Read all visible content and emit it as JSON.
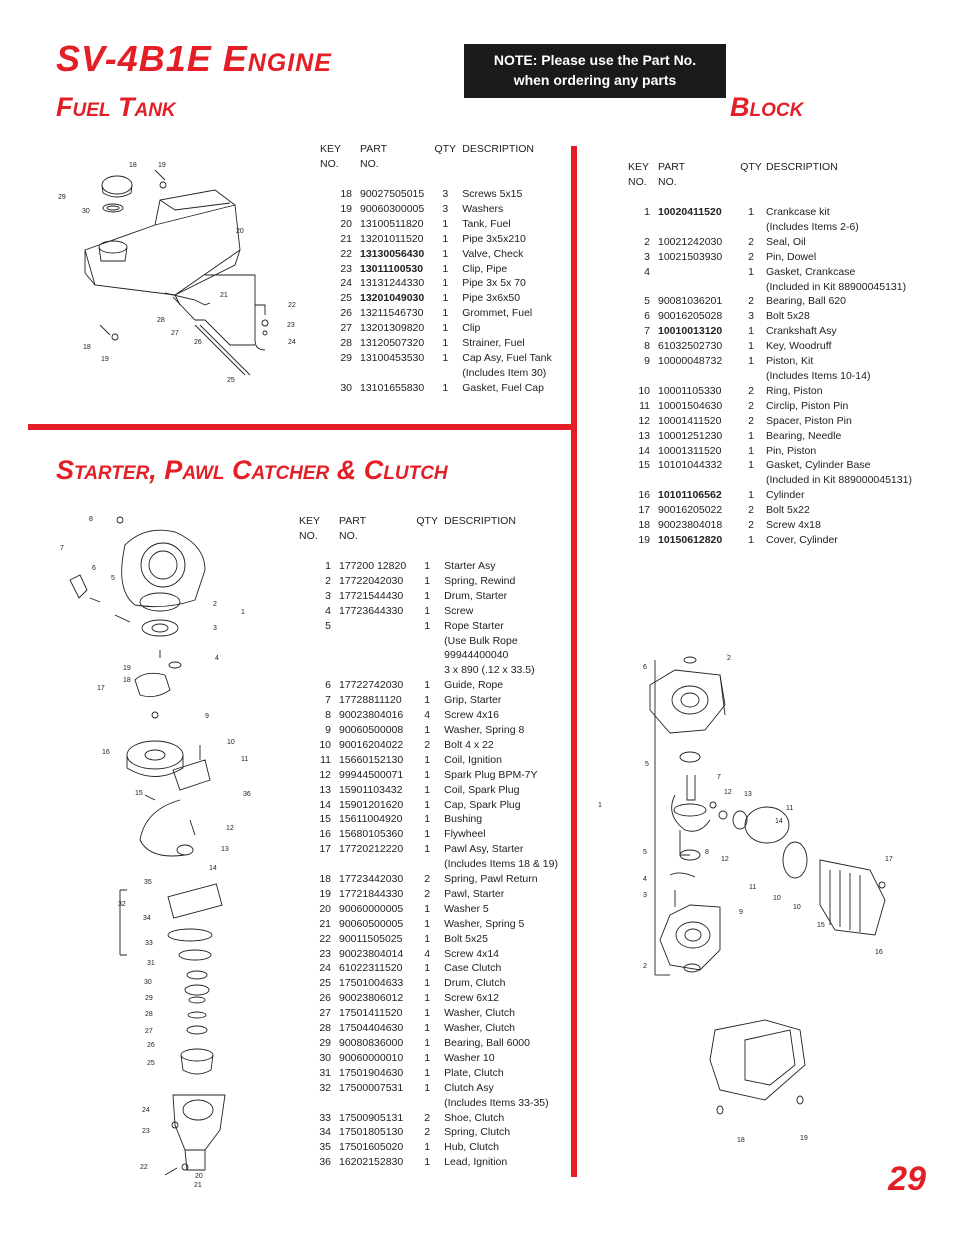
{
  "page": {
    "title": "SV-4B1E Engine",
    "note_line1": "NOTE: Please use the Part No.",
    "note_line2": "when ordering any parts",
    "page_number": "29"
  },
  "headers": {
    "key1": "KEY",
    "key2": "NO.",
    "part1": "PART",
    "part2": "NO.",
    "qty": "QTY",
    "desc": "DESCRIPTION"
  },
  "fuel_tank": {
    "title": "Fuel Tank",
    "rows": [
      {
        "key": "18",
        "part": "90027505015",
        "qty": "3",
        "desc": "Screws  5x15"
      },
      {
        "key": "19",
        "part": "90060300005",
        "qty": "3",
        "desc": "Washers"
      },
      {
        "key": "20",
        "part": "13100511820",
        "qty": "1",
        "desc": "Tank, Fuel"
      },
      {
        "key": "21",
        "part": "13201011520",
        "qty": "1",
        "desc": "Pipe 3x5x210"
      },
      {
        "key": "22",
        "part": "13130056430",
        "qty": "1",
        "desc": "Valve, Check",
        "bold": true
      },
      {
        "key": "23",
        "part": "13011100530",
        "qty": "1",
        "desc": "Clip, Pipe",
        "bold": true
      },
      {
        "key": "24",
        "part": "13131244330",
        "qty": "1",
        "desc": "Pipe 3x 5x 70"
      },
      {
        "key": "25",
        "part": "13201049030",
        "qty": "1",
        "desc": "Pipe 3x6x50",
        "bold": true
      },
      {
        "key": "26",
        "part": "13211546730",
        "qty": "1",
        "desc": "Grommet, Fuel"
      },
      {
        "key": "27",
        "part": "13201309820",
        "qty": "1",
        "desc": "Clip"
      },
      {
        "key": "28",
        "part": "13120507320",
        "qty": "1",
        "desc": "Strainer, Fuel"
      },
      {
        "key": "29",
        "part": "13100453530",
        "qty": "1",
        "desc": "Cap Asy, Fuel Tank"
      },
      {
        "key": "",
        "part": "",
        "qty": "",
        "desc": "(Includes Item 30)"
      },
      {
        "key": "30",
        "part": "13101655830",
        "qty": "1",
        "desc": "Gasket, Fuel Cap"
      }
    ]
  },
  "block": {
    "title": "Block",
    "rows": [
      {
        "key": "1",
        "part": "10020411520",
        "qty": "1",
        "desc": "Crankcase kit",
        "bold": true
      },
      {
        "key": "",
        "part": "",
        "qty": "",
        "desc": "(Includes Items 2-6)"
      },
      {
        "key": "2",
        "part": "10021242030",
        "qty": "2",
        "desc": "Seal, Oil"
      },
      {
        "key": "3",
        "part": "10021503930",
        "qty": "2",
        "desc": "Pin, Dowel"
      },
      {
        "key": "4",
        "part": "",
        "qty": "1",
        "desc": "Gasket, Crankcase"
      },
      {
        "key": "",
        "part": "",
        "qty": "",
        "desc": "(Included in Kit 88900045131)"
      },
      {
        "key": "5",
        "part": "90081036201",
        "qty": "2",
        "desc": "Bearing, Ball 620"
      },
      {
        "key": "6",
        "part": "90016205028",
        "qty": "3",
        "desc": "Bolt 5x28"
      },
      {
        "key": "7",
        "part": "10010013120",
        "qty": "1",
        "desc": "Crankshaft Asy",
        "bold": true
      },
      {
        "key": "8",
        "part": "61032502730",
        "qty": "1",
        "desc": "Key, Woodruff"
      },
      {
        "key": "9",
        "part": "10000048732",
        "qty": "1",
        "desc": "Piston, Kit"
      },
      {
        "key": "",
        "part": "",
        "qty": "",
        "desc": "(Includes Items 10-14)"
      },
      {
        "key": "10",
        "part": "10001105330",
        "qty": "2",
        "desc": "Ring, Piston"
      },
      {
        "key": "11",
        "part": "10001504630",
        "qty": "2",
        "desc": "Circlip, Piston Pin"
      },
      {
        "key": "12",
        "part": "10001411520",
        "qty": "2",
        "desc": "Spacer, Piston Pin"
      },
      {
        "key": "13",
        "part": "10001251230",
        "qty": "1",
        "desc": "Bearing, Needle"
      },
      {
        "key": "14",
        "part": "10001311520",
        "qty": "1",
        "desc": "Pin, Piston"
      },
      {
        "key": "15",
        "part": "10101044332",
        "qty": "1",
        "desc": "Gasket, Cylinder Base"
      },
      {
        "key": "",
        "part": "",
        "qty": "",
        "desc": "(Included in Kit 889000045131)"
      },
      {
        "key": "16",
        "part": "10101106562",
        "qty": "1",
        "desc": "Cylinder",
        "bold": true
      },
      {
        "key": "17",
        "part": "90016205022",
        "qty": "2",
        "desc": "Bolt 5x22"
      },
      {
        "key": "18",
        "part": "90023804018",
        "qty": "2",
        "desc": "Screw 4x18"
      },
      {
        "key": "19",
        "part": "10150612820",
        "qty": "1",
        "desc": "Cover, Cylinder",
        "bold": true
      }
    ]
  },
  "starter": {
    "title": "Starter, Pawl Catcher & Clutch",
    "rows": [
      {
        "key": "1",
        "part": "177200 12820",
        "qty": "1",
        "desc": "Starter Asy"
      },
      {
        "key": "2",
        "part": "17722042030",
        "qty": "1",
        "desc": "Spring, Rewind"
      },
      {
        "key": "3",
        "part": "17721544430",
        "qty": "1",
        "desc": "Drum, Starter"
      },
      {
        "key": "4",
        "part": "17723644330",
        "qty": "1",
        "desc": "Screw"
      },
      {
        "key": "5",
        "part": "",
        "qty": "1",
        "desc": "Rope Starter"
      },
      {
        "key": "",
        "part": "",
        "qty": "",
        "desc": "(Use Bulk Rope"
      },
      {
        "key": "",
        "part": "",
        "qty": "",
        "desc": "99944400040"
      },
      {
        "key": "",
        "part": "",
        "qty": "",
        "desc": "3 x 890 (.12 x 33.5)"
      },
      {
        "key": "6",
        "part": "17722742030",
        "qty": "1",
        "desc": "Guide, Rope"
      },
      {
        "key": "7",
        "part": "17728811120",
        "qty": "1",
        "desc": "Grip, Starter"
      },
      {
        "key": "8",
        "part": "90023804016",
        "qty": "4",
        "desc": "Screw 4x16"
      },
      {
        "key": "9",
        "part": "90060500008",
        "qty": "1",
        "desc": "Washer, Spring 8"
      },
      {
        "key": "10",
        "part": "90016204022",
        "qty": "2",
        "desc": "Bolt 4 x 22"
      },
      {
        "key": "11",
        "part": "15660152130",
        "qty": "1",
        "desc": "Coil, Ignition"
      },
      {
        "key": "12",
        "part": "99944500071",
        "qty": "1",
        "desc": "Spark Plug BPM-7Y"
      },
      {
        "key": "13",
        "part": "15901103432",
        "qty": "1",
        "desc": "Coil, Spark Plug"
      },
      {
        "key": "14",
        "part": "15901201620",
        "qty": "1",
        "desc": "Cap, Spark Plug"
      },
      {
        "key": "15",
        "part": "15611004920",
        "qty": "1",
        "desc": "Bushing"
      },
      {
        "key": "16",
        "part": "15680105360",
        "qty": "1",
        "desc": "Flywheel"
      },
      {
        "key": "17",
        "part": "17720212220",
        "qty": "1",
        "desc": "Pawl Asy, Starter"
      },
      {
        "key": "",
        "part": "",
        "qty": "",
        "desc": "(Includes Items 18 & 19)"
      },
      {
        "key": "18",
        "part": "17723442030",
        "qty": "2",
        "desc": "Spring, Pawl Return"
      },
      {
        "key": "19",
        "part": "17721844330",
        "qty": "2",
        "desc": "Pawl, Starter"
      },
      {
        "key": "20",
        "part": "90060000005",
        "qty": "1",
        "desc": "Washer 5"
      },
      {
        "key": "21",
        "part": "90060500005",
        "qty": "1",
        "desc": "Washer, Spring 5"
      },
      {
        "key": "22",
        "part": "90011505025",
        "qty": "1",
        "desc": "Bolt 5x25"
      },
      {
        "key": "23",
        "part": "90023804014",
        "qty": "4",
        "desc": "Screw 4x14"
      },
      {
        "key": "24",
        "part": "61022311520",
        "qty": "1",
        "desc": "Case Clutch"
      },
      {
        "key": "25",
        "part": "17501004633",
        "qty": "1",
        "desc": "Drum, Clutch"
      },
      {
        "key": "26",
        "part": "90023806012",
        "qty": "1",
        "desc": "Screw 6x12"
      },
      {
        "key": "27",
        "part": "17501411520",
        "qty": "1",
        "desc": "Washer, Clutch"
      },
      {
        "key": "28",
        "part": "17504404630",
        "qty": "1",
        "desc": "Washer, Clutch"
      },
      {
        "key": "29",
        "part": "90080836000",
        "qty": "1",
        "desc": "Bearing, Ball 6000"
      },
      {
        "key": "30",
        "part": "90060000010",
        "qty": "1",
        "desc": "Washer 10"
      },
      {
        "key": "31",
        "part": "17501904630",
        "qty": "1",
        "desc": "Plate, Clutch"
      },
      {
        "key": "32",
        "part": "17500007531",
        "qty": "1",
        "desc": "Clutch Asy"
      },
      {
        "key": "",
        "part": "",
        "qty": "",
        "desc": "(Includes Items 33-35)"
      },
      {
        "key": "33",
        "part": "17500905131",
        "qty": "2",
        "desc": "Shoe, Clutch"
      },
      {
        "key": "34",
        "part": "17501805130",
        "qty": "2",
        "desc": "Spring, Clutch"
      },
      {
        "key": "35",
        "part": "17501605020",
        "qty": "1",
        "desc": "Hub, Clutch"
      },
      {
        "key": "36",
        "part": "16202152830",
        "qty": "1",
        "desc": "Lead, Ignition"
      }
    ]
  },
  "callouts": {
    "fuel": [
      "18",
      "19",
      "29",
      "30",
      "20",
      "21",
      "22",
      "23",
      "24",
      "28",
      "27",
      "26",
      "25",
      "18",
      "19"
    ],
    "starter": [
      "8",
      "7",
      "6",
      "5",
      "2",
      "1",
      "3",
      "4",
      "19",
      "18",
      "17",
      "9",
      "10",
      "16",
      "11",
      "15",
      "36",
      "12",
      "13",
      "14",
      "35",
      "32",
      "34",
      "33",
      "31",
      "30",
      "29",
      "28",
      "27",
      "26",
      "25",
      "24",
      "23",
      "22",
      "21",
      "20"
    ],
    "block": [
      "6",
      "2",
      "5",
      "7",
      "12",
      "13",
      "11",
      "14",
      "1",
      "8",
      "5",
      "12",
      "4",
      "11",
      "10",
      "17",
      "3",
      "9",
      "10",
      "15",
      "16",
      "2",
      "18",
      "19"
    ]
  }
}
